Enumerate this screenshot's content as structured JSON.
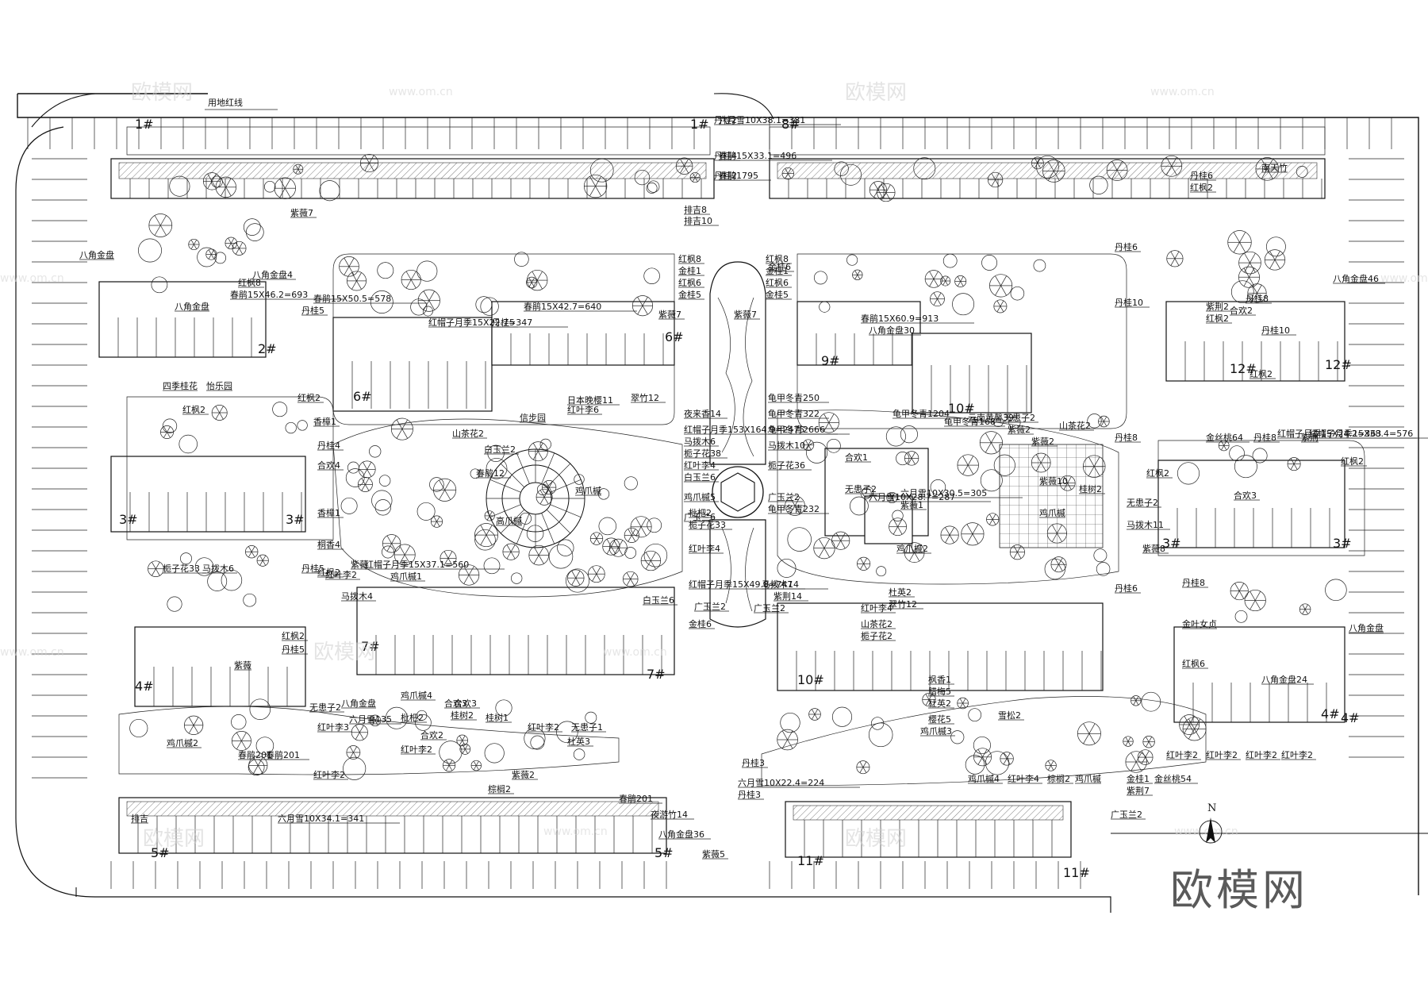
{
  "title": "用地红线",
  "brand": "欧模网",
  "watermarks": [
    "欧模网",
    "www.om.cn"
  ],
  "north_label": "N",
  "buildings": [
    {
      "id": "b1",
      "label": "1#"
    },
    {
      "id": "b1b",
      "label": "1#"
    },
    {
      "id": "b2",
      "label": "2#"
    },
    {
      "id": "b3",
      "label": "3#"
    },
    {
      "id": "b3b",
      "label": "3#"
    },
    {
      "id": "b4",
      "label": "4#"
    },
    {
      "id": "b5",
      "label": "5#"
    },
    {
      "id": "b5b",
      "label": "5#"
    },
    {
      "id": "b6",
      "label": "6#"
    },
    {
      "id": "b6b",
      "label": "6#"
    },
    {
      "id": "b7",
      "label": "7#"
    },
    {
      "id": "b7b",
      "label": "7#"
    },
    {
      "id": "b8",
      "label": "8#"
    },
    {
      "id": "b9",
      "label": "9#"
    },
    {
      "id": "b10",
      "label": "10#"
    },
    {
      "id": "b11",
      "label": "11#"
    },
    {
      "id": "b11b",
      "label": "11#"
    },
    {
      "id": "b12",
      "label": "12#"
    },
    {
      "id": "b12b",
      "label": "12#"
    },
    {
      "id": "b3e",
      "label": "3#"
    },
    {
      "id": "b3e2",
      "label": "3#"
    },
    {
      "id": "b4e",
      "label": "4#"
    },
    {
      "id": "b4e2",
      "label": "4#"
    },
    {
      "id": "b10b",
      "label": "10#"
    }
  ],
  "plant_labels": [
    "丹桂2",
    "丹桂4",
    "丹桂2",
    "金桂6",
    "丹桂6",
    "丹桂10",
    "丹桂8",
    "丹桂5",
    "丹桂5",
    "丹桂6",
    "红枫8",
    "金桂1",
    "红枫6",
    "金桂5",
    "红枫8",
    "金桂1",
    "红枫6",
    "金桂5",
    "南天竹",
    "排吉8",
    "排吉10",
    "紫薇7",
    "八角金盘",
    "八角金盘46",
    "红叶李2",
    "红叶李2",
    "红叶李2",
    "红叶李2",
    "金桂1",
    "金丝桃54",
    "紫荆7",
    "广玉兰2",
    "雪松2",
    "鸡爪槭3",
    "枫香1",
    "腊梅5",
    "杜英2",
    "樱花5",
    "鸡爪槭4",
    "红叶李4",
    "棕榈2",
    "鸡爪槭",
    "翠竹12",
    "夜来香14",
    "红帽子月季153X164.9=2475",
    "马拨木6",
    "栀子花38",
    "红叶李4",
    "白玉兰6",
    "鸡爪槭5",
    "广玉兰6",
    "龟甲冬青250",
    "龟甲冬青322",
    "龟甲冬青2666",
    "马拨木10",
    "栀子花36",
    "广玉兰2",
    "龟甲冬青232",
    "龟甲冬青1204",
    "龟甲冬青168",
    "云南黄馨39",
    "无患子2",
    "紫薇2",
    "紫薇2",
    "山茶花2",
    "合欢1",
    "无患子2",
    "六月雪10X28.7=287",
    "六月雪10X30.5=305",
    "紫薇1",
    "鸡爪槭",
    "山茶花2",
    "信步园",
    "日本晚樱11",
    "红叶李6",
    "白玉兰2",
    "春鹃12",
    "鸡爪槭",
    "高爪槭",
    "四季桂花",
    "怡乐园",
    "红枫2",
    "红枫2",
    "香樟1",
    "丹桂4",
    "合欢4",
    "香樟1",
    "桐香4",
    "栀子花33",
    "马拨木6",
    "红枫2",
    "红枫2",
    "丹桂5",
    "紫薇",
    "紫薇",
    "红帽子月季15X37.1=560",
    "红叶李2",
    "鸡爪槭1",
    "马拨木4",
    "枇杷2",
    "栀子花33",
    "红叶李4",
    "白玉兰6",
    "广玉兰2",
    "红帽子月季15X49.8=747",
    "马拨木14",
    "广玉兰2",
    "金桂6",
    "紫荆14",
    "红叶李4",
    "山茶花2",
    "栀子花2",
    "杜英2",
    "翠竹12",
    "鸡爪槭2",
    "无患子2",
    "八角金盘",
    "六月雪135",
    "红叶李3",
    "合欢3",
    "合欢2",
    "红叶李2",
    "鸡爪槭4",
    "合欢3",
    "桂树2",
    "枇杷2",
    "桂树1",
    "红叶李2",
    "杜英3",
    "无患子1",
    "春鹃201",
    "春鹃201",
    "红叶李2",
    "鸡爪槭2",
    "紫薇2",
    "棕榈2",
    "春鹃201",
    "夜游竹14",
    "八角金盘36",
    "六月雪10X22.4=224",
    "丹桂3",
    "丹桂3",
    "紫薇5",
    "排吉",
    "六月雪10X34.1=341",
    "金叶女贞",
    "八角金盘",
    "红枫6",
    "八角金盘24",
    "红帽子月季15X24.2=363",
    "红帽子月季15X38.4=576",
    "红枫2",
    "红枫2",
    "合欢3",
    "紫薇10",
    "桂树2",
    "无患子2",
    "马拨木11",
    "紫薇8",
    "丹桂8",
    "丹桂8",
    "金丝桃64",
    "紫荆",
    "紫荆2",
    "红枫2",
    "红枫2",
    "红枫2",
    "丹桂6",
    "丹桂10",
    "丹桂8",
    "合欢2",
    "八角金盘",
    "春鹃15X46.2=693",
    "红枫8",
    "八角金盘4",
    "春鹃15X50.5=578",
    "红帽子月季15X22.7=347",
    "丹桂5",
    "紫薇7",
    "春鹃15X42.7=640",
    "春鹃15X60.9=913",
    "八角金盘30",
    "紫薇7",
    "六月雪10X38.1=381",
    "春鹃15X33.1=496",
    "春鹃1795"
  ]
}
